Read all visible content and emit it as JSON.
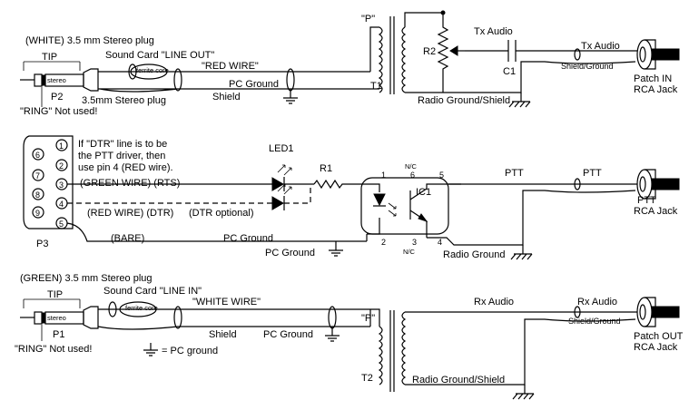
{
  "top": {
    "plug_white": "(WHITE) 3.5 mm Stereo plug",
    "tip": "TIP",
    "sound_card": "Sound Card \"LINE OUT\"",
    "ferrite": "ferrite core",
    "red_wire": "\"RED WIRE\"",
    "stereo_plug": "3.5mm Stereo plug",
    "p2": "P2",
    "pc_ground": "PC Ground",
    "shield": "Shield",
    "ring": "\"RING\" Not used!",
    "p": "\"P\"",
    "t1": "T1",
    "r2": "R2",
    "tx_audio": "Tx Audio",
    "c1": "C1",
    "tx_audio_jack": "Tx Audio",
    "shield_ground": "Shield/Ground",
    "patch_in": "Patch IN",
    "rca_jack": "RCA Jack",
    "radio_ground": "Radio Ground/Shield"
  },
  "mid": {
    "pins": [
      "6",
      "7",
      "8",
      "9",
      "1",
      "2",
      "3",
      "4",
      "5"
    ],
    "note_line1": "If \"DTR\" line is to be",
    "note_line2": "the PTT driver, then",
    "note_line3": "use pin 4 (RED wire).",
    "led1": "LED1",
    "r1": "R1",
    "green_rts": "(GREEN WIRE) (RTS)",
    "red_dtr": "(RED WIRE) (DTR)",
    "dtr_optional": "(DTR optional)",
    "p3": "P3",
    "bare": "(BARE)",
    "pc_ground1": "PC Ground",
    "pc_ground2": "PC Ground",
    "pin1": "1",
    "pin2": "2",
    "pin3": "3",
    "pin4": "4",
    "pin5": "5",
    "pin6": "6",
    "nc_top": "N/C",
    "nc_bottom": "N/C",
    "ic1": "IC1",
    "ptt": "PTT",
    "ptt_jack": "PTT",
    "ptt_jack_label": "PTT",
    "rca_jack": "RCA Jack",
    "radio_ground": "Radio Ground"
  },
  "bottom": {
    "plug_green": "(GREEN) 3.5 mm Stereo plug",
    "tip": "TIP",
    "sound_card": "Sound Card \"LINE IN\"",
    "ferrite": "ferrite core",
    "white_wire": "\"WHITE WIRE\"",
    "p1": "P1",
    "ring": "\"RING\" Not used!",
    "shield": "Shield",
    "pc_ground": "PC Ground",
    "pc_ground_legend": "= PC ground",
    "p": "\"P\"",
    "t2": "T2",
    "rx_audio": "Rx Audio",
    "rx_audio_jack": "Rx Audio",
    "shield_ground": "Shield/Ground",
    "patch_out": "Patch OUT",
    "rca_jack": "RCA Jack",
    "radio_ground": "Radio Ground/Shield"
  }
}
